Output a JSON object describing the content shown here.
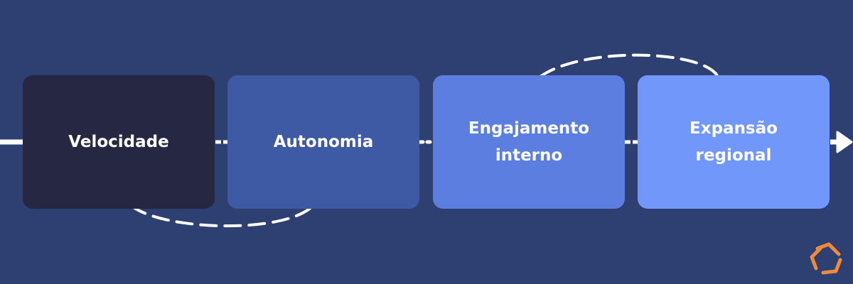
{
  "steps": [
    {
      "label": "Velocidade",
      "color": "#252840"
    },
    {
      "label": "Autonomia",
      "color": "#3f5aa5"
    },
    {
      "label": "Engajamento\ninterno",
      "color": "#5b7ee0"
    },
    {
      "label": "Expansão\nregional",
      "color": "#7297fb"
    }
  ],
  "colors": {
    "background": "#2e3f72",
    "arrow": "#ffffff",
    "logo": "#f08a3c"
  },
  "icons": {
    "logo": "brand-logo-icon",
    "arrow_head": "arrow-head-icon"
  }
}
